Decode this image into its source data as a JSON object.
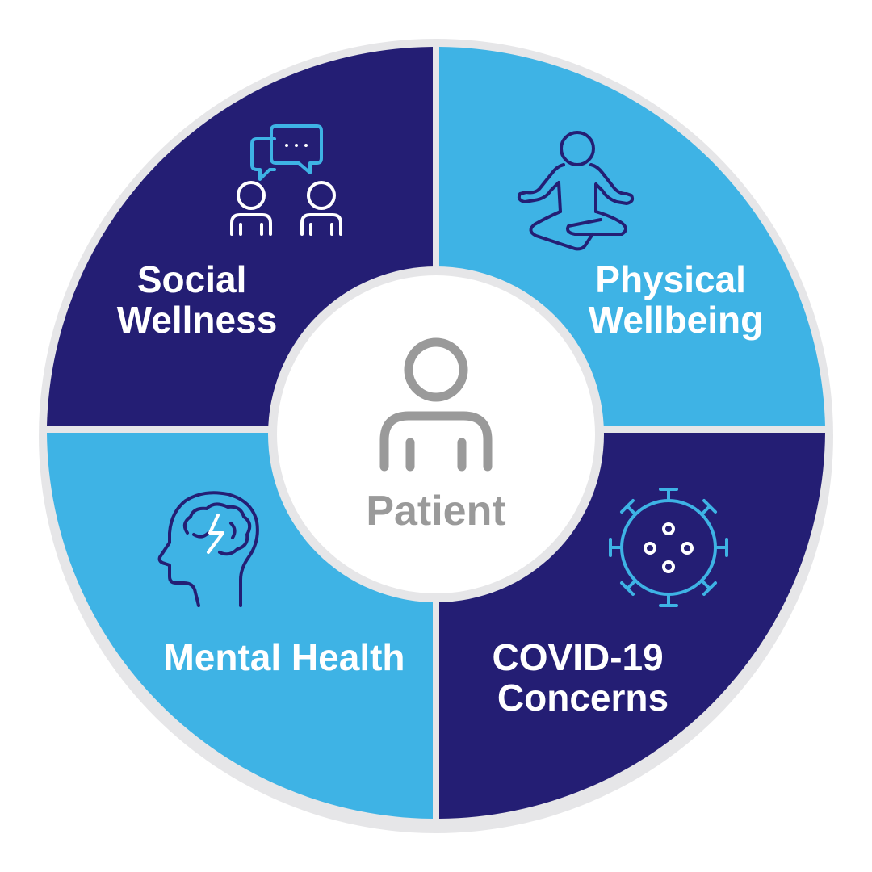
{
  "colors": {
    "navy": "#241E74",
    "light_blue": "#3EB3E5",
    "ring_gray": "#E6E6E8",
    "center_fill": "#FFFFFF",
    "center_gray": "#9A9A9A",
    "icon_light": "#3EB3E5",
    "icon_dark": "#241E74",
    "icon_white": "#FFFFFF"
  },
  "center": {
    "label": "Patient",
    "icon": "person-icon"
  },
  "quadrants": [
    {
      "id": "social",
      "line1": "Social",
      "line2": "Wellness",
      "icon": "conversation-icon",
      "fill": "navy"
    },
    {
      "id": "physical",
      "line1": "Physical",
      "line2": "Wellbeing",
      "icon": "meditation-icon",
      "fill": "light_blue"
    },
    {
      "id": "mental",
      "line1": "Mental Health",
      "line2": "",
      "icon": "brain-head-icon",
      "fill": "light_blue"
    },
    {
      "id": "covid",
      "line1": "COVID-19",
      "line2": "Concerns",
      "icon": "virus-icon",
      "fill": "navy"
    }
  ]
}
